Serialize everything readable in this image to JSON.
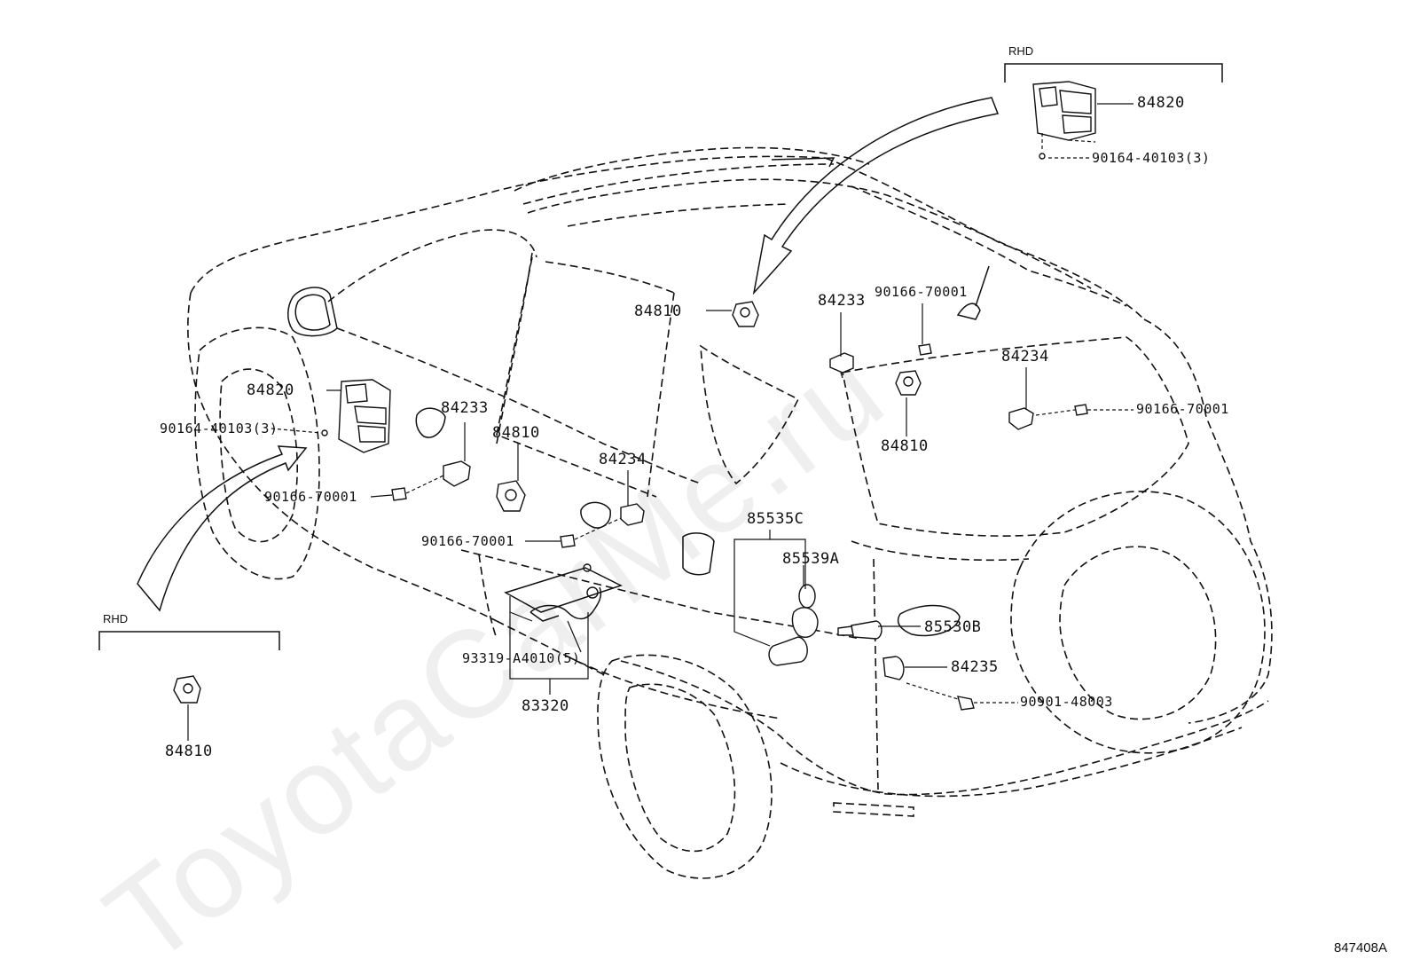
{
  "diagram": {
    "watermark": "ToyotaCarMe.ru",
    "ref_code": "847408A",
    "rhd_labels": {
      "top_right": "RHD",
      "bottom_left": "RHD"
    },
    "parts": {
      "p84820_tr": "84820",
      "p90164_tr": "90164-40103(3)",
      "p84810_top": "84810",
      "p84233_top": "84233",
      "p90166_top": "90166-70001",
      "p84234_right": "84234",
      "p90166_right": "90166-70001",
      "p84810_right": "84810",
      "p84820_left": "84820",
      "p90164_left": "90164-40103(3)",
      "p84233_mid": "84233",
      "p84810_mid": "84810",
      "p84234_mid": "84234",
      "p90166_left": "90166-70001",
      "p90166_mid": "90166-70001",
      "p85535c": "85535C",
      "p85539a": "85539A",
      "p85530b": "85530B",
      "p84235": "84235",
      "p90901": "90901-48003",
      "p93319": "93319-A4010(5)",
      "p83320": "83320",
      "p84810_bl": "84810"
    }
  }
}
